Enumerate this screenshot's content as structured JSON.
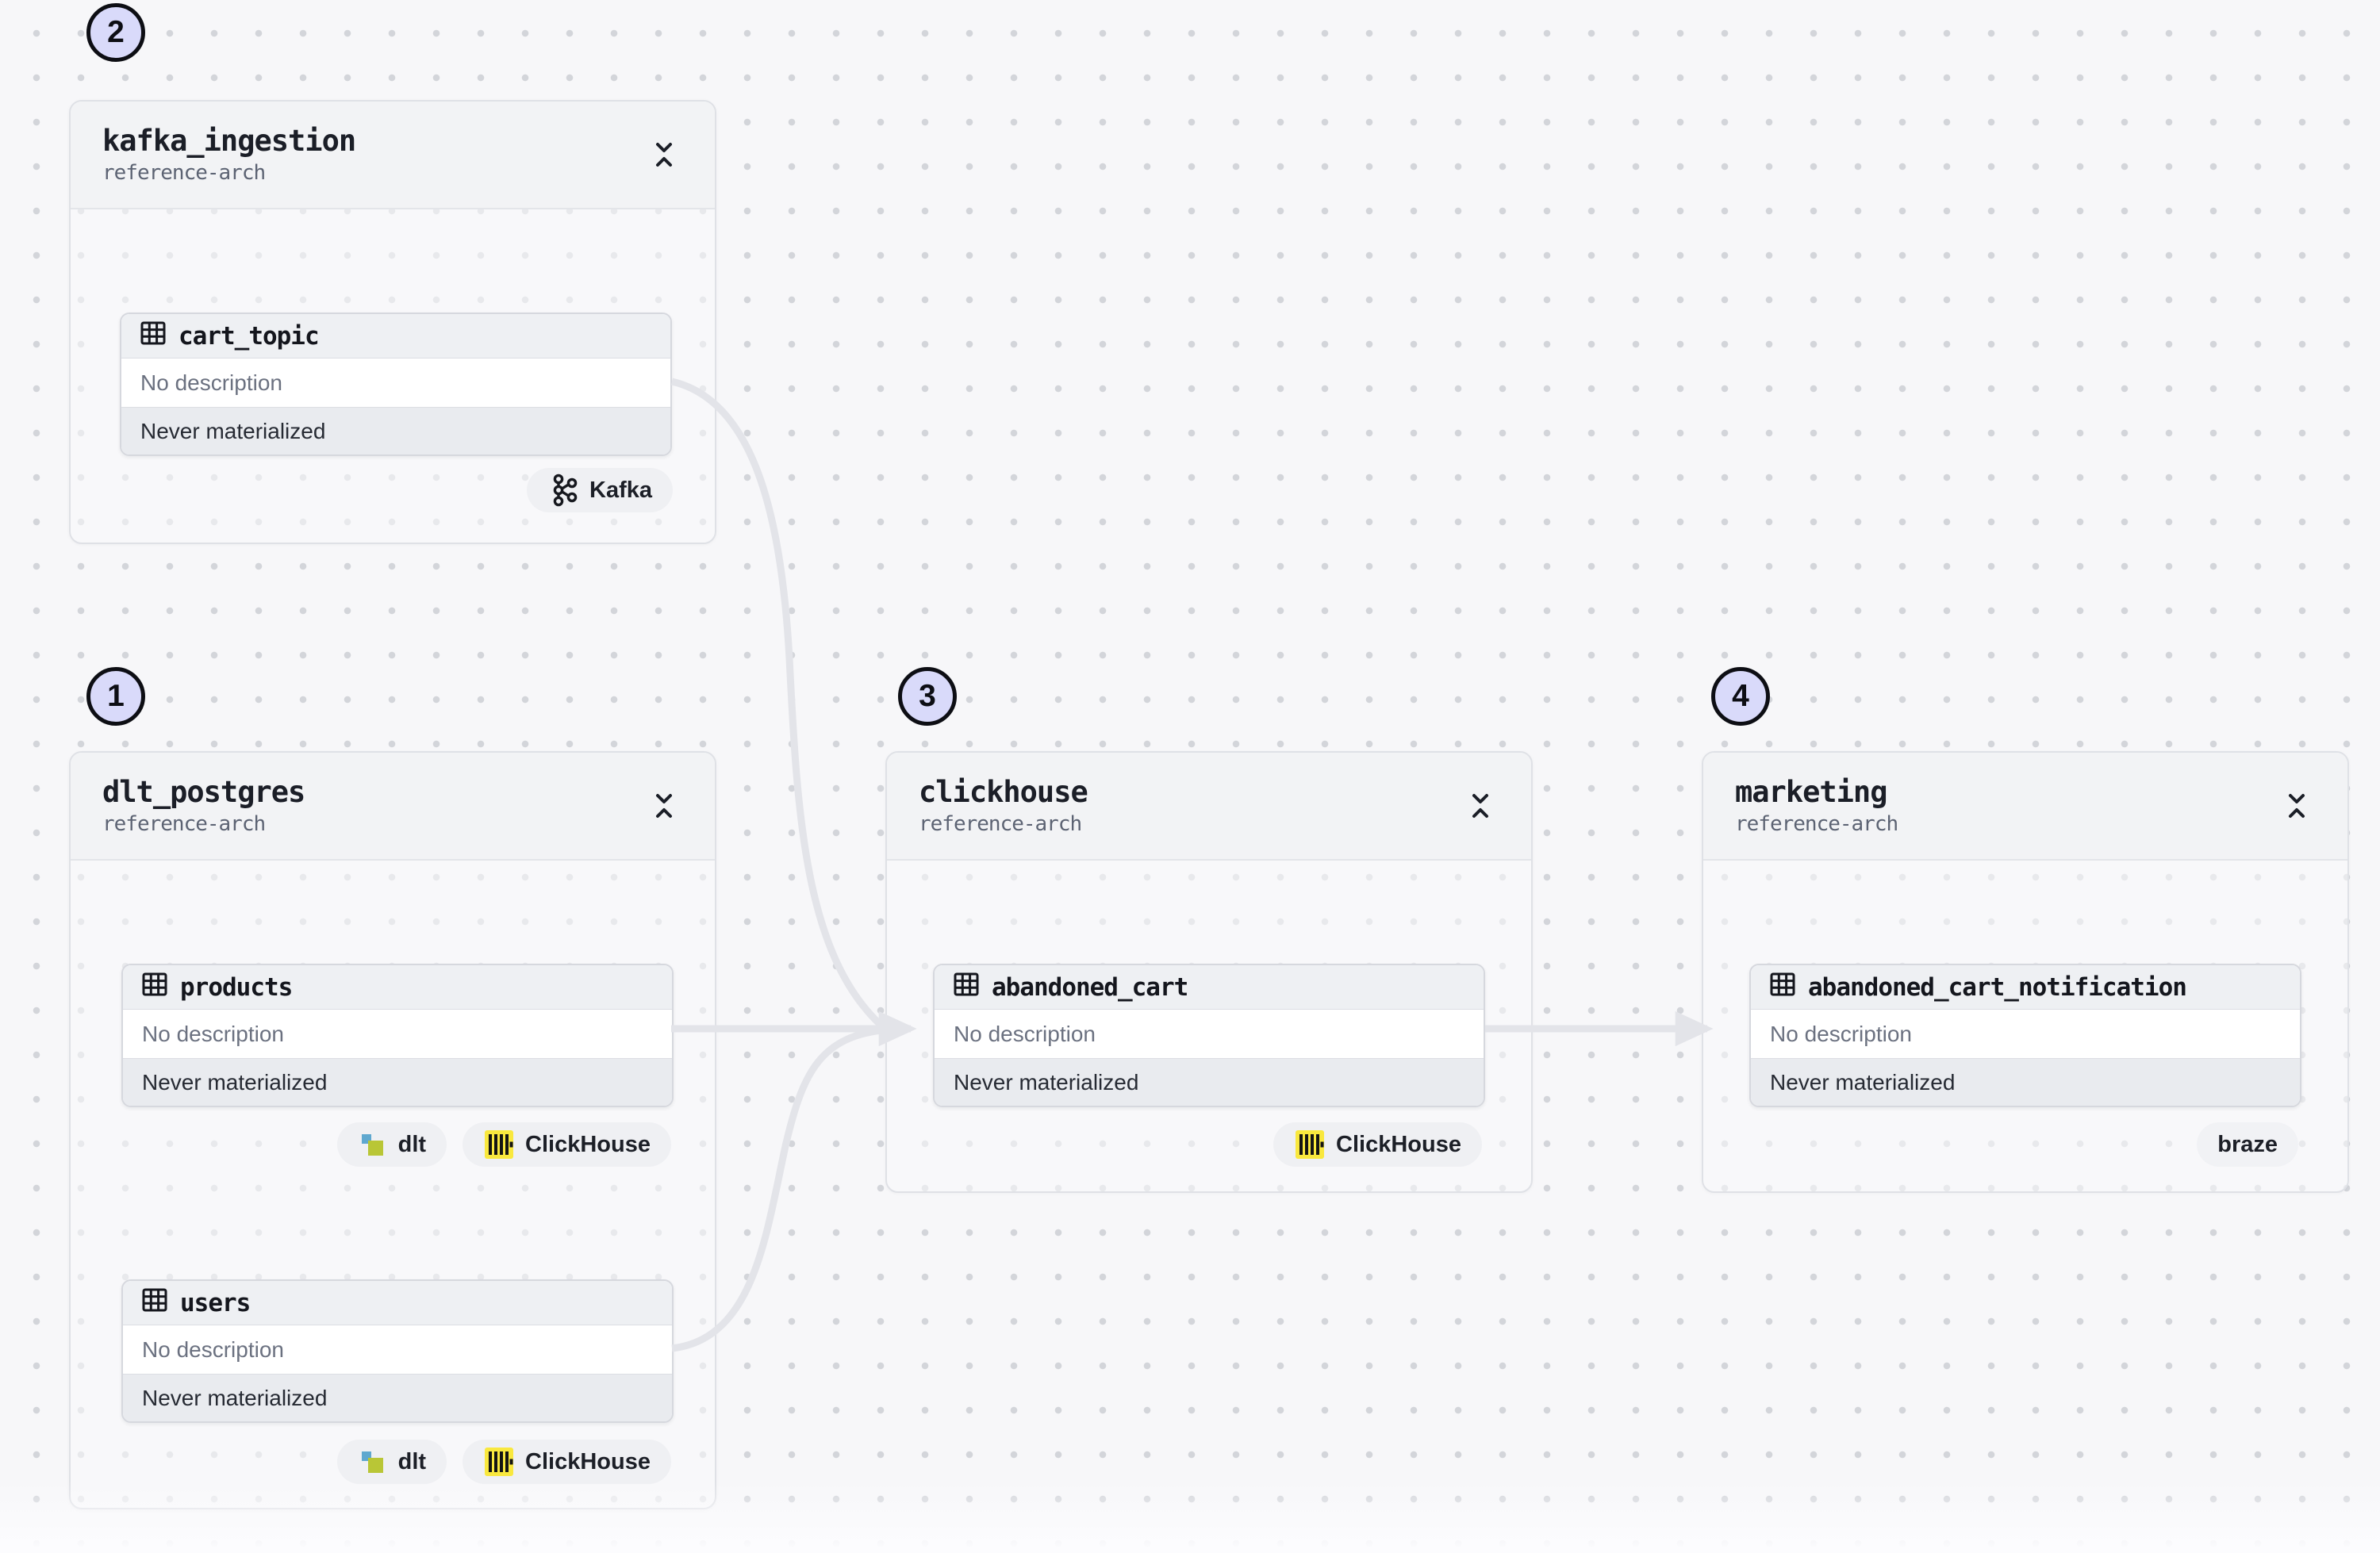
{
  "canvas": {
    "background_color": "#f7f7f9",
    "dot_color": "#d3d5da",
    "edge_color": "#e3e4e9",
    "badge_fill": "#d9dafa"
  },
  "groups": [
    {
      "badge": "2",
      "title": "kafka_ingestion",
      "subtitle": "reference-arch",
      "assets": [
        {
          "name": "cart_topic",
          "description": "No description",
          "status": "Never materialized"
        }
      ],
      "tags": [
        {
          "label": "Kafka",
          "icon": "kafka-icon"
        }
      ]
    },
    {
      "badge": "1",
      "title": "dlt_postgres",
      "subtitle": "reference-arch",
      "assets": [
        {
          "name": "products",
          "description": "No description",
          "status": "Never materialized"
        },
        {
          "name": "users",
          "description": "No description",
          "status": "Never materialized"
        }
      ],
      "tags": [
        {
          "label": "dlt",
          "icon": "dlt-icon"
        },
        {
          "label": "ClickHouse",
          "icon": "clickhouse-icon"
        }
      ]
    },
    {
      "badge": "3",
      "title": "clickhouse",
      "subtitle": "reference-arch",
      "assets": [
        {
          "name": "abandoned_cart",
          "description": "No description",
          "status": "Never materialized"
        }
      ],
      "tags": [
        {
          "label": "ClickHouse",
          "icon": "clickhouse-icon"
        }
      ]
    },
    {
      "badge": "4",
      "title": "marketing",
      "subtitle": "reference-arch",
      "assets": [
        {
          "name": "abandoned_cart_notification",
          "description": "No description",
          "status": "Never materialized"
        }
      ],
      "tags": [
        {
          "label": "braze",
          "icon": "none"
        }
      ]
    }
  ],
  "edges": [
    {
      "from": "products",
      "to": "abandoned_cart"
    },
    {
      "from": "cart_topic",
      "to": "abandoned_cart"
    },
    {
      "from": "users",
      "to": "abandoned_cart"
    },
    {
      "from": "abandoned_cart",
      "to": "abandoned_cart_notification"
    }
  ],
  "tag_colors": {
    "clickhouse_yellow": "#f9e83e",
    "dlt_green": "#b9c636",
    "dlt_blue": "#5fa8cf"
  }
}
